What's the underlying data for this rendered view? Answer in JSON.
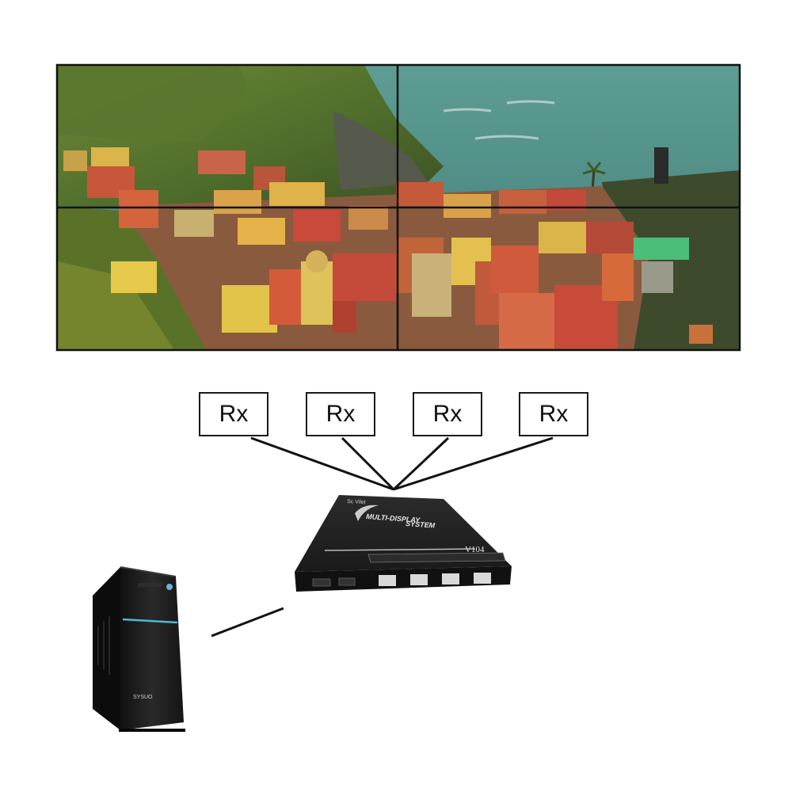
{
  "video_wall": {
    "panels": [
      {
        "id": "top-left"
      },
      {
        "id": "top-right"
      },
      {
        "id": "bottom-left"
      },
      {
        "id": "bottom-right"
      }
    ]
  },
  "receivers": [
    {
      "label": "Rx"
    },
    {
      "label": "Rx"
    },
    {
      "label": "Rx"
    },
    {
      "label": "Rx"
    }
  ],
  "controller": {
    "brand": "Sc Vilet",
    "model_line1": "MULTI-DISPLAY",
    "model_line2": "SYSTEM",
    "model_code": "V104"
  },
  "computer": {
    "brand": "SYSUO"
  },
  "colors": {
    "wall_bezel": "#111111",
    "sea": "#4c8a86",
    "device_body": "#1e1e1e",
    "line": "#111111"
  }
}
